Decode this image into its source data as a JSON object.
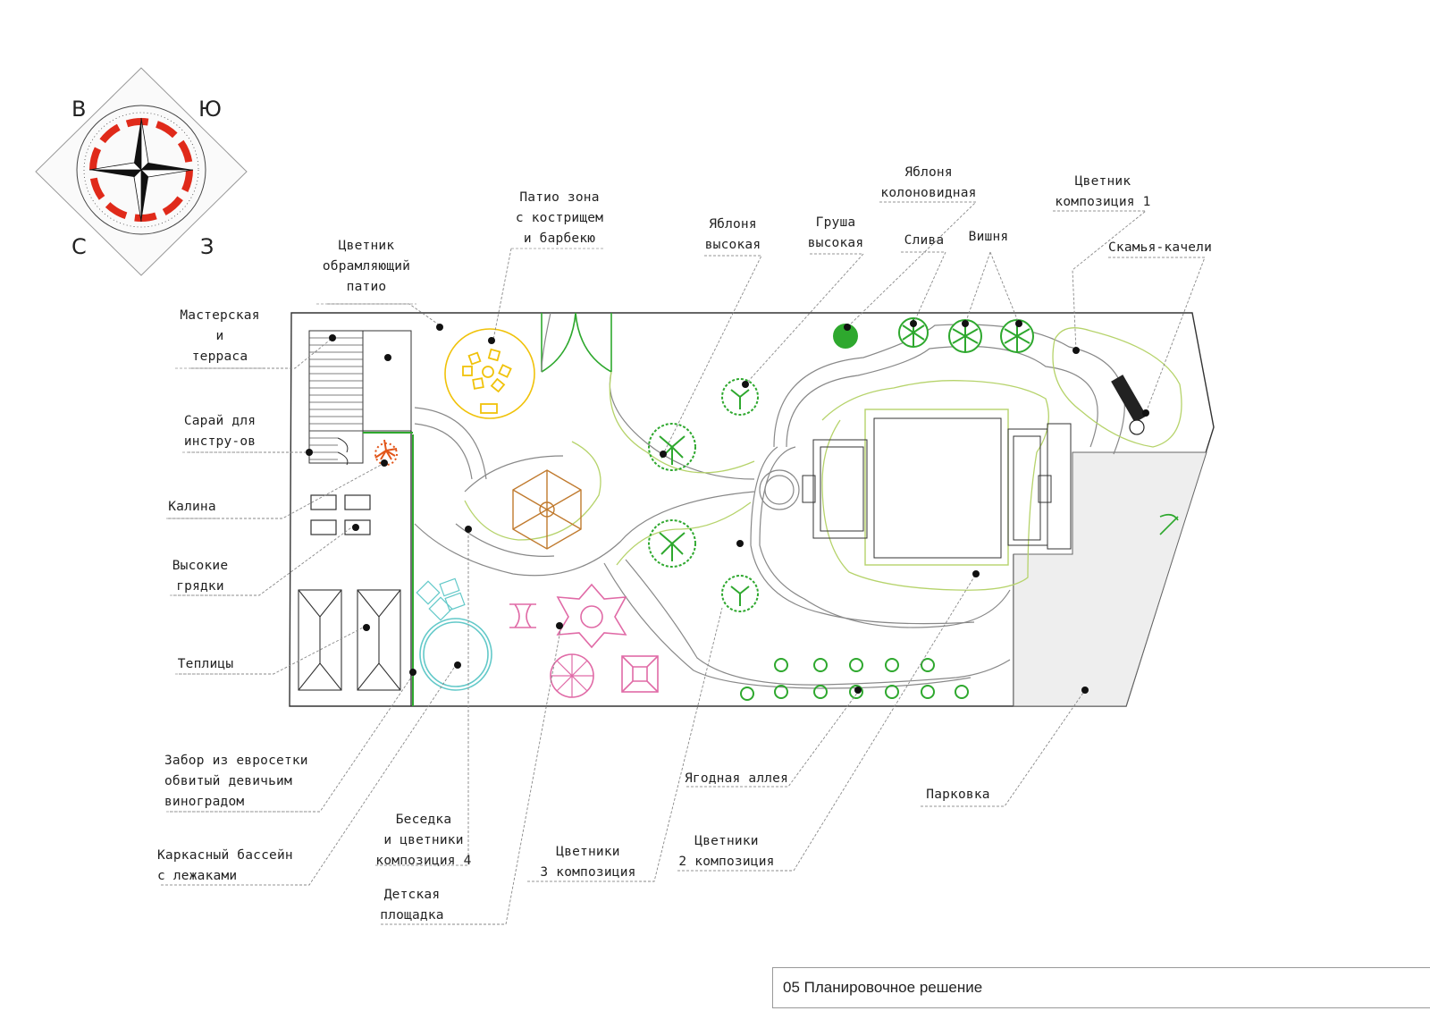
{
  "compass": {
    "north": "В",
    "east": "Ю",
    "west": "С",
    "south": "З"
  },
  "labels": {
    "patio_zone": [
      "Патио зона",
      "с кострищем",
      "и барбекю"
    ],
    "flowerbed_patio": [
      "Цветник",
      "обрамляющий",
      "патио"
    ],
    "workshop": [
      "Мастерская",
      "и",
      "терраса"
    ],
    "shed": [
      "Сарай для",
      "инстру-ов"
    ],
    "viburnum": [
      "Калина"
    ],
    "raised_beds": [
      "Высокие",
      "грядки"
    ],
    "greenhouses": [
      "Теплицы"
    ],
    "fence": [
      "Забор из евросетки",
      "обвитый девичьим",
      "виноградом"
    ],
    "pool": [
      "Каркасный бассейн",
      "с лежаками"
    ],
    "gazebo": [
      "Беседка",
      "и цветники",
      "композиция 4"
    ],
    "playground": [
      "Детская",
      "площадка"
    ],
    "flowerbeds3": [
      "Цветники",
      "3 композиция"
    ],
    "flowerbeds2": [
      "Цветники",
      "2 композиция"
    ],
    "berry_alley": [
      "Ягодная аллея"
    ],
    "parking": [
      "Парковка"
    ],
    "apple_tall": [
      "Яблоня",
      "высокая"
    ],
    "pear_tall": [
      "Груша",
      "высокая"
    ],
    "apple_columnar": [
      "Яблоня",
      "колоновидная"
    ],
    "plum": [
      "Слива"
    ],
    "cherry": [
      "Вишня"
    ],
    "flowerbed1": [
      "Цветник",
      "композиция 1"
    ],
    "swing_bench": [
      "Скамья-качели"
    ]
  },
  "title": "05 Планировочное решение",
  "colors": {
    "outline": "#333333",
    "path": "#8a8a8a",
    "tree": "#2ea82e",
    "patio": "#f0c20a",
    "hedge": "#b6d36b",
    "playground": "#e06aa6",
    "pool": "#63c9c9",
    "viburnum": "#e2561a",
    "gazebo": "#c07a2e",
    "compass_red": "#e02a1a"
  }
}
